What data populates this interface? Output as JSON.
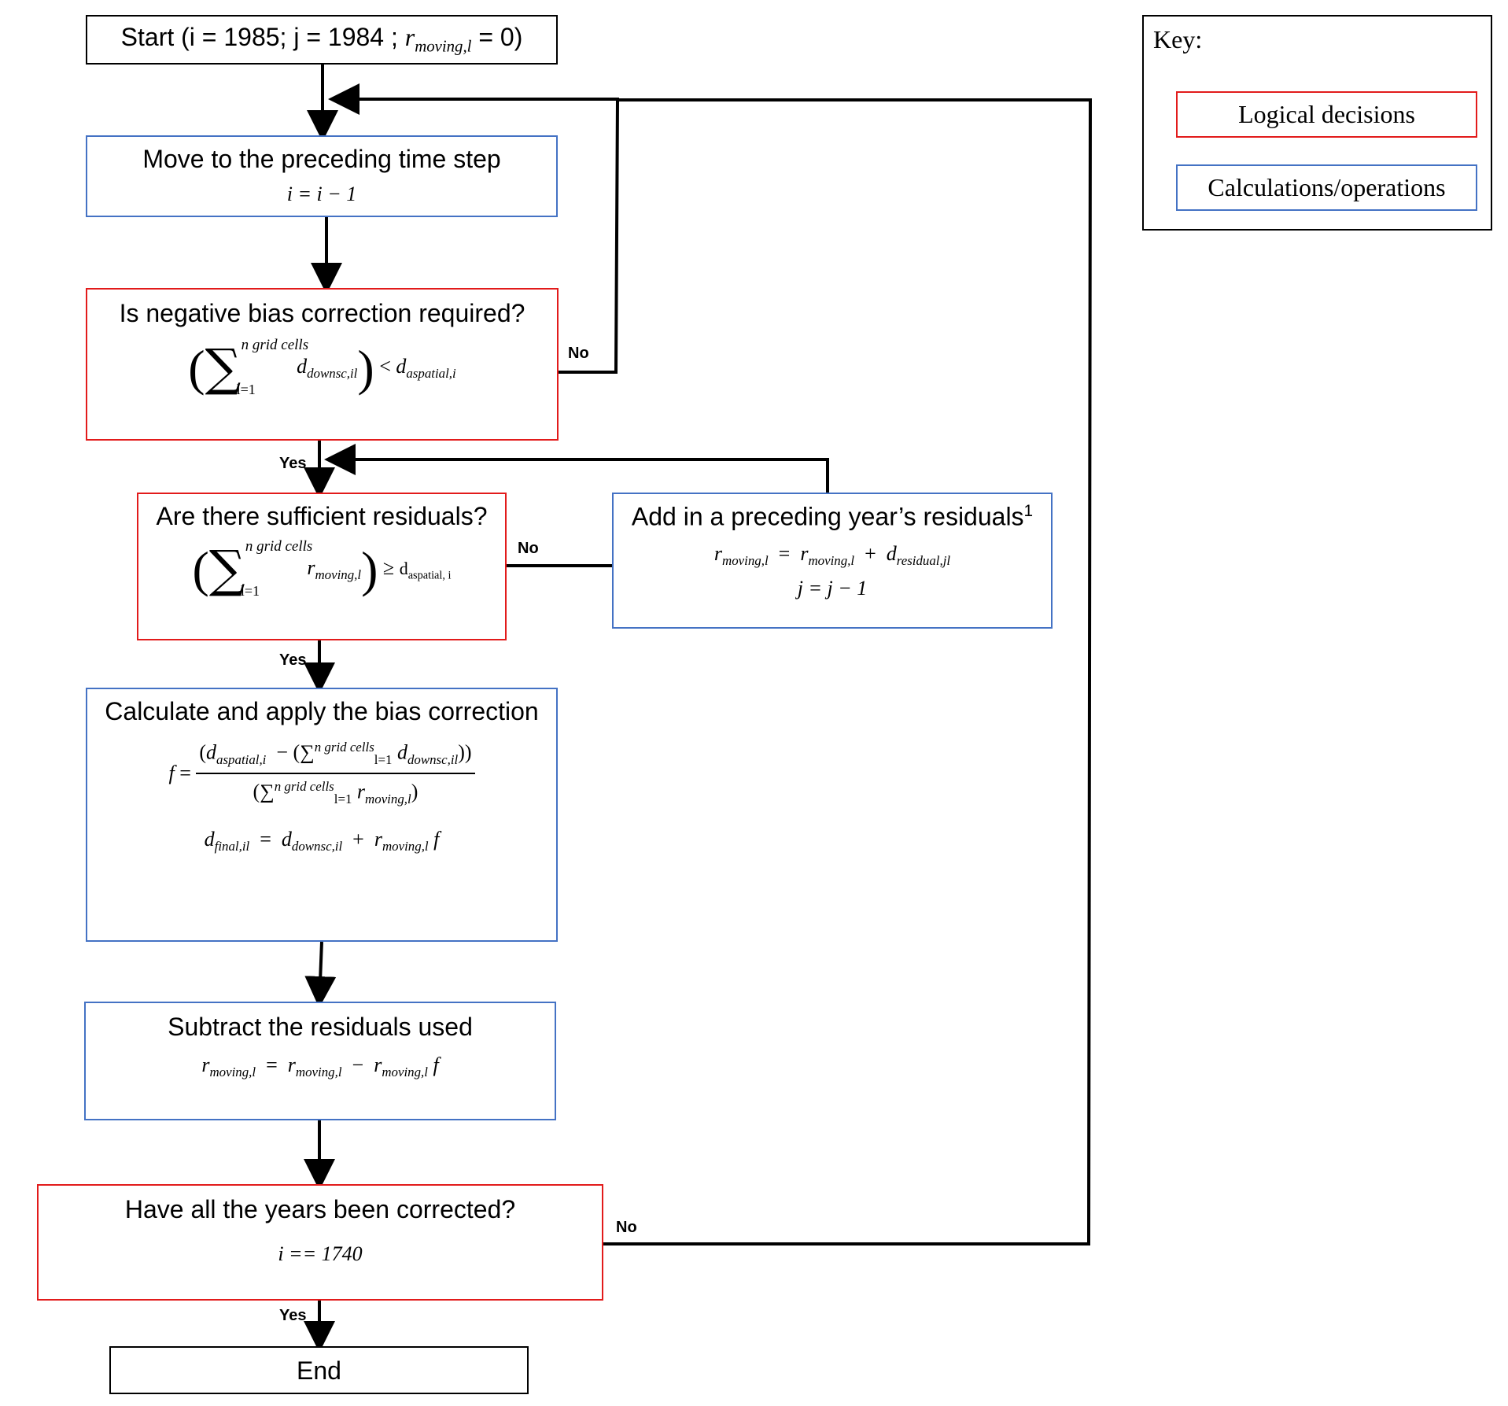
{
  "start": {
    "text_pre": "Start (i = 1985; j = 1984 ; ",
    "r": "r",
    "r_sub": "moving,l",
    "text_post": " = 0)"
  },
  "move": {
    "title": "Move to the preceding time step",
    "equation": "i = i − 1"
  },
  "negative_bias": {
    "title": "Is negative bias correction required?",
    "sum_upper": "n grid cells",
    "sum_lower": "l=1",
    "term": "d",
    "term_sub": "downsc,il",
    "relation": "<",
    "rhs": "d",
    "rhs_sub": "aspatial,i"
  },
  "residuals_check": {
    "title": "Are there sufficient residuals?",
    "sum_upper": "n grid cells",
    "sum_lower": "l=1",
    "term": "r",
    "term_sub": "moving,l",
    "relation": "≥",
    "rhs": "d",
    "rhs_sub": "aspatial, i"
  },
  "add_residuals": {
    "title": "Add in a preceding year’s residuals",
    "title_sup": "1",
    "eq1_lhs": "r",
    "eq1_lhs_sub": "moving,l",
    "eq1_r1": "r",
    "eq1_r1_sub": "moving,l",
    "eq1_r2": "d",
    "eq1_r2_sub": "residual,jl",
    "eq2": "j = j − 1"
  },
  "bias_correction": {
    "title": "Calculate and apply the bias correction",
    "f": "f",
    "num_d": "d",
    "num_d_sub": "aspatial,i",
    "num_sum_upper": "n grid cells",
    "num_sum_lower": "l=1",
    "num_term": "d",
    "num_term_sub": "downsc,il",
    "den_sum_upper": "n grid cells",
    "den_sum_lower": "l=1",
    "den_term": "r",
    "den_term_sub": "moving,l",
    "eq2_lhs": "d",
    "eq2_lhs_sub": "final,il",
    "eq2_t1": "d",
    "eq2_t1_sub": "downsc,il",
    "eq2_t2": "r",
    "eq2_t2_sub": "moving,l",
    "eq2_f": "f"
  },
  "subtract": {
    "title": "Subtract the residuals used",
    "lhs": "r",
    "lhs_sub": "moving,l",
    "t1": "r",
    "t1_sub": "moving,l",
    "t2": "r",
    "t2_sub": "moving,l",
    "f": "f"
  },
  "all_years": {
    "title": "Have all the years been corrected?",
    "equation": "i == 1740"
  },
  "end": {
    "title": "End"
  },
  "labels": {
    "yes1": "Yes",
    "yes2": "Yes",
    "yes3": "Yes",
    "no1": "No",
    "no2": "No",
    "no3": "No"
  },
  "key": {
    "title": "Key:",
    "logical": "Logical decisions",
    "calculations": "Calculations/operations"
  },
  "colors": {
    "decision_border": "#e21b1b",
    "operation_border": "#4472c4",
    "line": "#000000"
  }
}
